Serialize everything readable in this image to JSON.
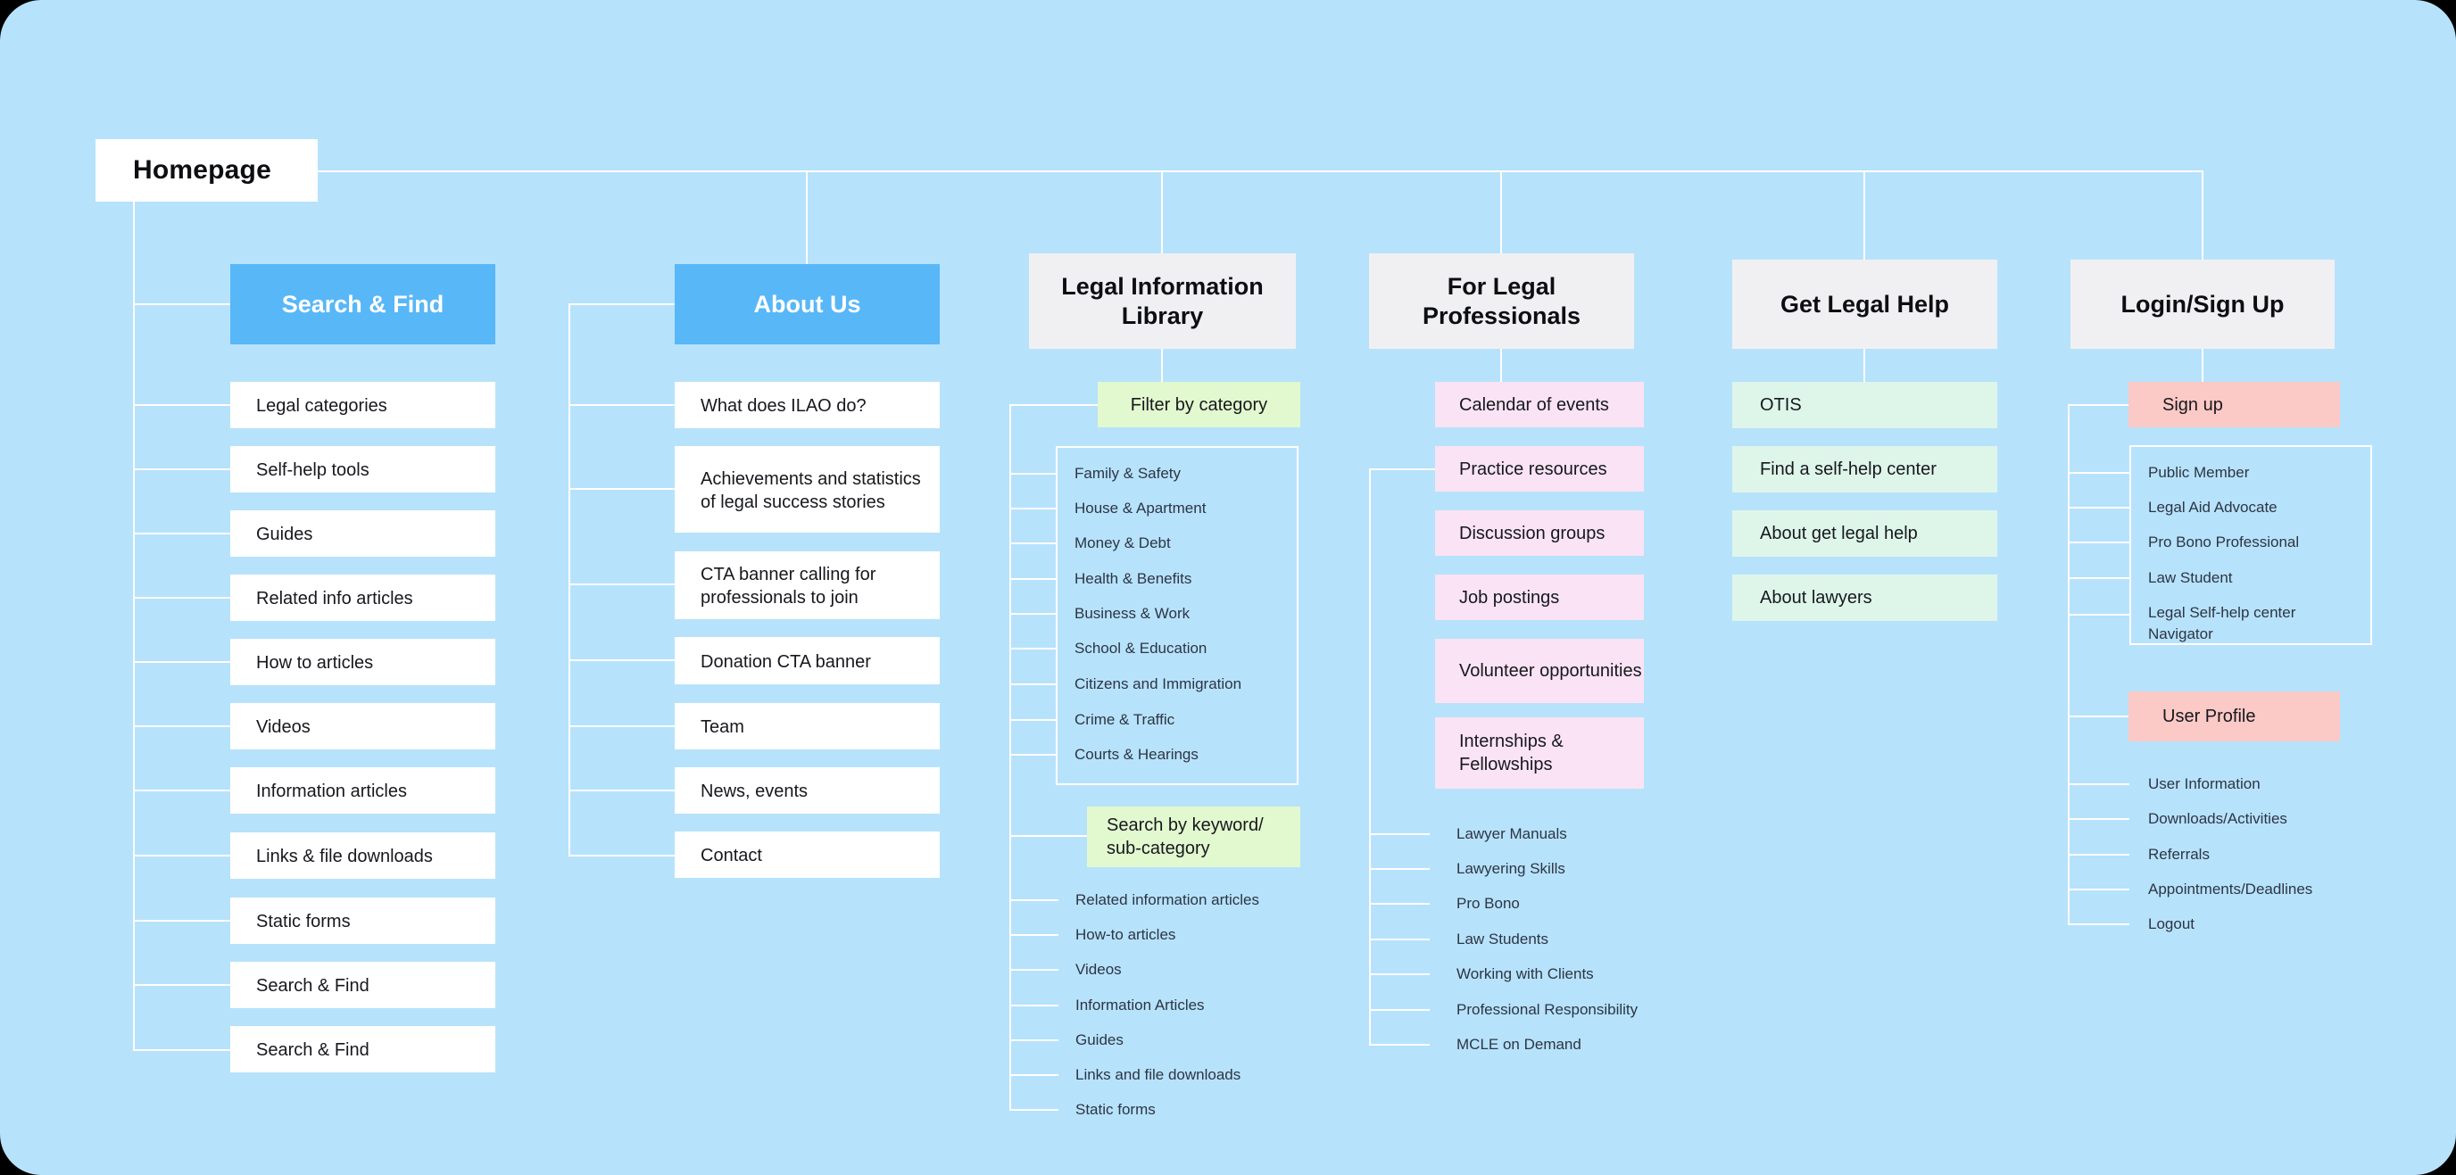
{
  "page": {
    "title": "Homepage"
  },
  "colors": {
    "background": "#b7e2fb",
    "primary_header": "#58b7f7",
    "neutral_header": "#f0f0f2",
    "node_fill": "#ffffff",
    "green_chip": "#e2f8cf",
    "pink_chip": "#f9e3f4",
    "mint_chip": "#def6ea",
    "salmon_chip": "#fbc9c6",
    "connector": "#ffffff"
  },
  "columns": [
    {
      "title": "Search & Find",
      "items": [
        "Legal categories",
        "Self-help tools",
        "Guides",
        "Related info articles",
        "How to articles",
        "Videos",
        "Information articles",
        "Links & file downloads",
        "Static forms",
        "Search & Find",
        "Search & Find"
      ]
    },
    {
      "title": "About Us",
      "items": [
        "What does ILAO do?",
        "Achievements and statistics of legal success stories",
        "CTA banner calling for professionals to join",
        "Donation CTA banner",
        "Team",
        "News, events",
        "Contact"
      ]
    },
    {
      "title": "Legal Information Library",
      "filter_label": "Filter by category",
      "categories": [
        "Family & Safety",
        "House & Apartment",
        "Money & Debt",
        "Health & Benefits",
        "Business & Work",
        "School & Education",
        "Citizens and Immigration",
        "Crime & Traffic",
        "Courts & Hearings"
      ],
      "search_label_lines": [
        "Search by keyword/",
        "sub-category"
      ],
      "content_types": [
        "Related information articles",
        "How-to articles",
        "Videos",
        "Information Articles",
        "Guides",
        "Links and file downloads",
        "Static forms"
      ]
    },
    {
      "title": "For Legal Professionals",
      "featured": [
        "Calendar of events",
        "Practice resources",
        "Discussion groups",
        "Job postings",
        "Volunteer opportunities",
        "Internships & Fellowships"
      ],
      "topics": [
        "Lawyer Manuals",
        "Lawyering Skills",
        "Pro Bono",
        "Law Students",
        "Working with Clients",
        "Professional Responsibility",
        "MCLE on Demand"
      ]
    },
    {
      "title": "Get Legal Help",
      "items": [
        "OTIS",
        "Find a self-help center",
        "About get legal help",
        "About lawyers"
      ]
    },
    {
      "title": "Login/Sign Up",
      "sign_up_label": "Sign up",
      "member_types": [
        "Public Member",
        "Legal Aid Advocate",
        "Pro Bono Professional",
        "Law Student",
        "Legal Self-help center Navigator"
      ],
      "user_profile_label": "User Profile",
      "profile_items": [
        "User Information",
        "Downloads/Activities",
        "Referrals",
        "Appointments/Deadlines",
        "Logout"
      ]
    }
  ]
}
